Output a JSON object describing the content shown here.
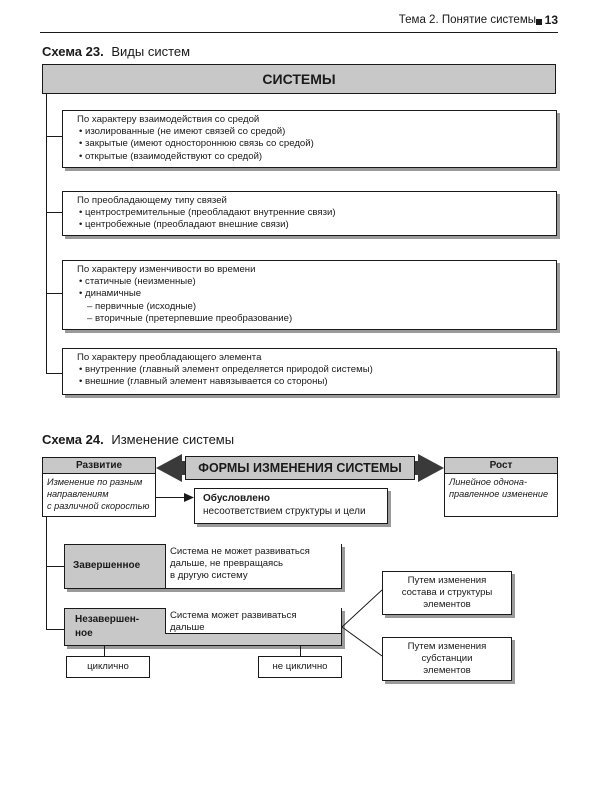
{
  "header": {
    "topic": "Тема 2. Понятие системы",
    "page_number": "13"
  },
  "scheme23": {
    "label": "Схема 23.",
    "title": "Виды систем",
    "main_title": "СИСТЕМЫ",
    "groups": [
      {
        "title": "По характеру взаимодействия со средой",
        "items": [
          "изолированные (не имеют связей со средой)",
          "закрытые (имеют одностороннюю связь со средой)",
          "открытые (взаимодействуют со средой)"
        ]
      },
      {
        "title": "По преобладающему типу связей",
        "items": [
          "центростремительные (преобладают внутренние связи)",
          "центробежные (преобладают внешние связи)"
        ]
      },
      {
        "title": "По характеру изменчивости во времени",
        "items": [
          "статичные (неизменные)",
          "динамичные"
        ],
        "subitems": [
          "первичные (исходные)",
          "вторичные (претерпевшие преобразование)"
        ]
      },
      {
        "title": "По характеру преобладающего элемента",
        "items": [
          "внутренние (главный элемент определяется природой системы)",
          "внешние (главный элемент навязывается со стороны)"
        ]
      }
    ]
  },
  "scheme24": {
    "label": "Схема 24.",
    "title": "Изменение системы",
    "center_title": "ФОРМЫ ИЗМЕНЕНИЯ СИСТЕМЫ",
    "development": {
      "title": "Развитие",
      "desc": [
        "Изменение по разным",
        "направлениям",
        "с различной скоростью"
      ]
    },
    "growth": {
      "title": "Рост",
      "desc": [
        "Линейное однона-",
        "правленное изменение"
      ]
    },
    "conditioned": {
      "title": "Обусловлено",
      "desc": "несоответствием структуры и цели"
    },
    "completed": {
      "label": "Завершенное",
      "desc": [
        "Система не может развиваться",
        "дальше, не превращаясь",
        "в другую систему"
      ]
    },
    "incomplete": {
      "label": [
        "Незавершен-",
        "ное"
      ],
      "desc": [
        "Система может развиваться",
        "дальше"
      ]
    },
    "path1": [
      "Путем изменения",
      "состава и структуры",
      "элементов"
    ],
    "path2": [
      "Путем изменения",
      "субстанции",
      "элементов"
    ],
    "cyclic": "циклично",
    "noncyclic": "не циклично"
  },
  "colors": {
    "ink": "#1a1a1a",
    "header_gray": "#c8c8c8",
    "shadow_gray": "#9a9a9a"
  }
}
